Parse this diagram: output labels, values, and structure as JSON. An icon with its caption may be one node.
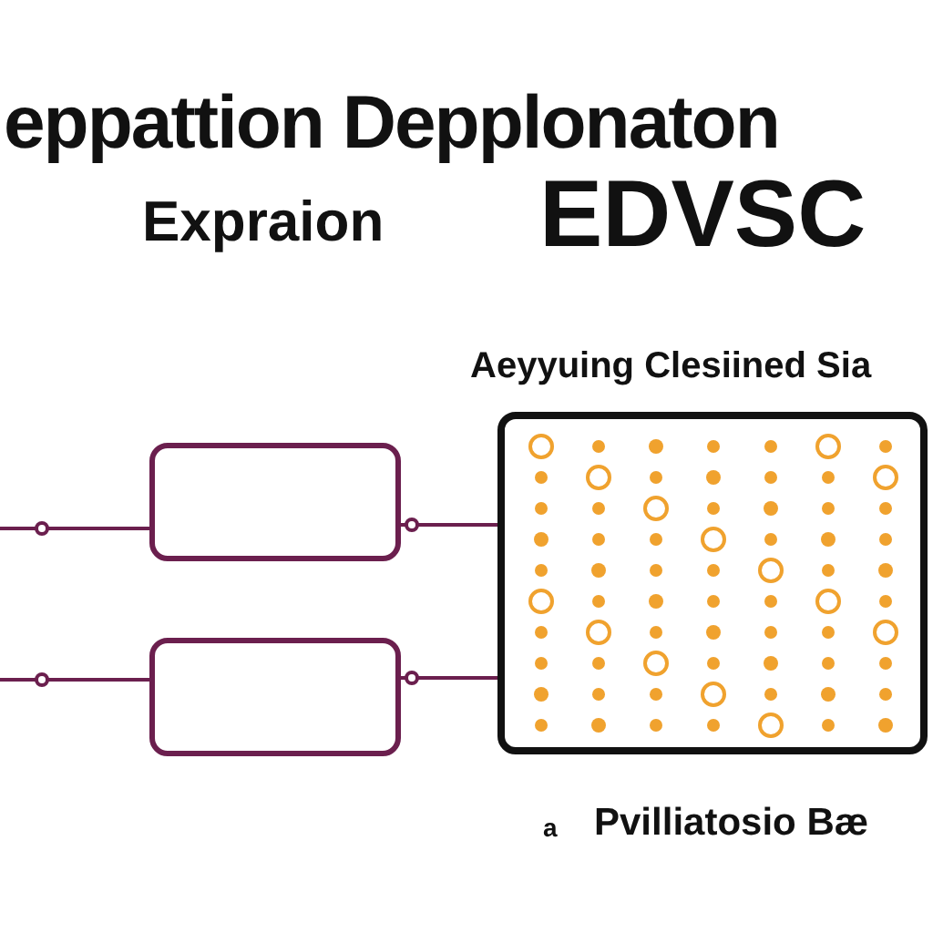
{
  "diagram": {
    "title": "eppattion Depplonaton",
    "nodes": [
      {
        "text": [],
        "shape": "box"
      },
      {
        "text": [],
        "shape": "box"
      },
      {
        "text": [
          "Aeyyuing Clesiined Sia"
        ]
      }
    ],
    "edges": [
      {
        "from": null,
        "to": 0,
        "arrow": "none"
      },
      {
        "from": null,
        "to": 1,
        "arrow": "none"
      },
      {
        "from": 0,
        "to": 2,
        "arrow": "other"
      },
      {
        "from": 1,
        "to": 2,
        "arrow": "other"
      }
    ],
    "labels": [
      "Expraion",
      "EDVSC",
      "a",
      "Pvilliatosio Bæ"
    ]
  }
}
